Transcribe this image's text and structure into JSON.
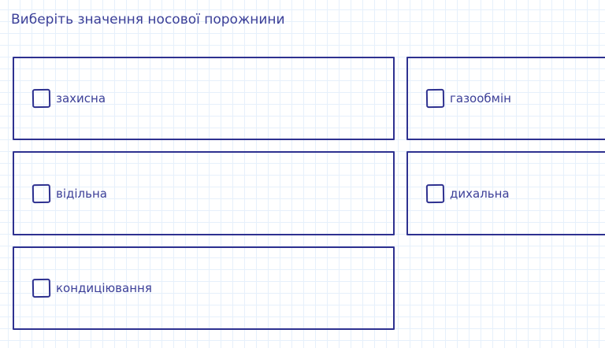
{
  "question": "Виберіть значення носової порожнини",
  "options": [
    {
      "label": "захисна",
      "checked": false
    },
    {
      "label": "газообмін",
      "checked": false
    },
    {
      "label": "відільна",
      "checked": false
    },
    {
      "label": "дихальна",
      "checked": false
    },
    {
      "label": "кондиціювання",
      "checked": false
    }
  ],
  "colors": {
    "accent": "#2e3190",
    "text": "#3b3f98",
    "grid": "#e6f0fb"
  }
}
